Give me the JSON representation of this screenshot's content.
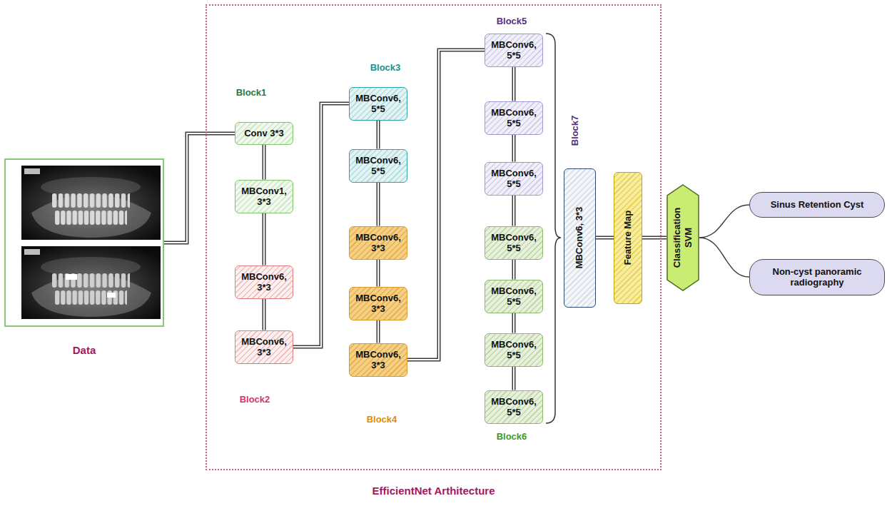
{
  "diagram": {
    "nodes": [
      {
        "text": [
          "Data"
        ]
      },
      {
        "text": [
          "EfficientNet Arthitecture"
        ]
      },
      {
        "text": [
          "Conv 3*3"
        ],
        "in": 1
      },
      {
        "text": [
          "MBConv1, 3*3"
        ],
        "in": 1
      },
      {
        "text": [
          "MBConv6, 3*3"
        ],
        "in": 1
      },
      {
        "text": [
          "MBConv6, 3*3"
        ],
        "in": 1
      },
      {
        "text": [
          "MBConv6, 5*5"
        ],
        "in": 1
      },
      {
        "text": [
          "MBConv6, 5*5"
        ],
        "in": 1
      },
      {
        "text": [
          "MBConv6, 3*3"
        ],
        "in": 1
      },
      {
        "text": [
          "MBConv6, 3*3"
        ],
        "in": 1
      },
      {
        "text": [
          "MBConv6, 3*3"
        ],
        "in": 1
      },
      {
        "text": [
          "MBConv6, 5*5"
        ],
        "in": 1
      },
      {
        "text": [
          "MBConv6, 5*5"
        ],
        "in": 1
      },
      {
        "text": [
          "MBConv6, 5*5"
        ],
        "in": 1
      },
      {
        "text": [
          "MBConv6, 5*5"
        ],
        "in": 1
      },
      {
        "text": [
          "MBConv6, 5*5"
        ],
        "in": 1
      },
      {
        "text": [
          "MBConv6, 5*5"
        ],
        "in": 1
      },
      {
        "text": [
          "MBConv6, 5*5"
        ],
        "in": 1
      },
      {
        "text": [
          "MBConv6, 3*3"
        ],
        "in": 1
      },
      {
        "text": [
          "Feature Map"
        ],
        "in": 1
      },
      {
        "text": [
          "Classification SVM"
        ]
      },
      {
        "text": [
          "Sinus Retention Cyst"
        ]
      },
      {
        "text": [
          "Non-cyst panoramic radiography"
        ]
      }
    ],
    "edges": [
      {
        "from": 0,
        "to": 2,
        "arrow": "none"
      },
      {
        "from": 2,
        "to": 3,
        "arrow": "none"
      },
      {
        "from": 3,
        "to": 4,
        "arrow": "none"
      },
      {
        "from": 4,
        "to": 5,
        "arrow": "none"
      },
      {
        "from": 5,
        "to": 6,
        "arrow": "none"
      },
      {
        "from": 6,
        "to": 7,
        "arrow": "none"
      },
      {
        "from": 7,
        "to": 8,
        "arrow": "none"
      },
      {
        "from": 8,
        "to": 9,
        "arrow": "none"
      },
      {
        "from": 9,
        "to": 10,
        "arrow": "none"
      },
      {
        "from": 10,
        "to": 11,
        "arrow": "none"
      },
      {
        "from": 11,
        "to": 12,
        "arrow": "none"
      },
      {
        "from": 12,
        "to": 13,
        "arrow": "none"
      },
      {
        "from": 13,
        "to": 14,
        "arrow": "none"
      },
      {
        "from": 14,
        "to": 15,
        "arrow": "none"
      },
      {
        "from": 15,
        "to": 16,
        "arrow": "none"
      },
      {
        "from": 16,
        "to": 17,
        "arrow": "none"
      },
      {
        "from": 18,
        "to": 19,
        "arrow": "none"
      },
      {
        "from": 19,
        "to": 20,
        "arrow": "none"
      },
      {
        "from": 20,
        "to": 21,
        "arrow": "none"
      },
      {
        "from": 20,
        "to": 22,
        "arrow": "none"
      }
    ],
    "labels": [
      "Block1",
      "Block2",
      "Block3",
      "Block4",
      "Block5",
      "Block6",
      "Block7"
    ]
  }
}
